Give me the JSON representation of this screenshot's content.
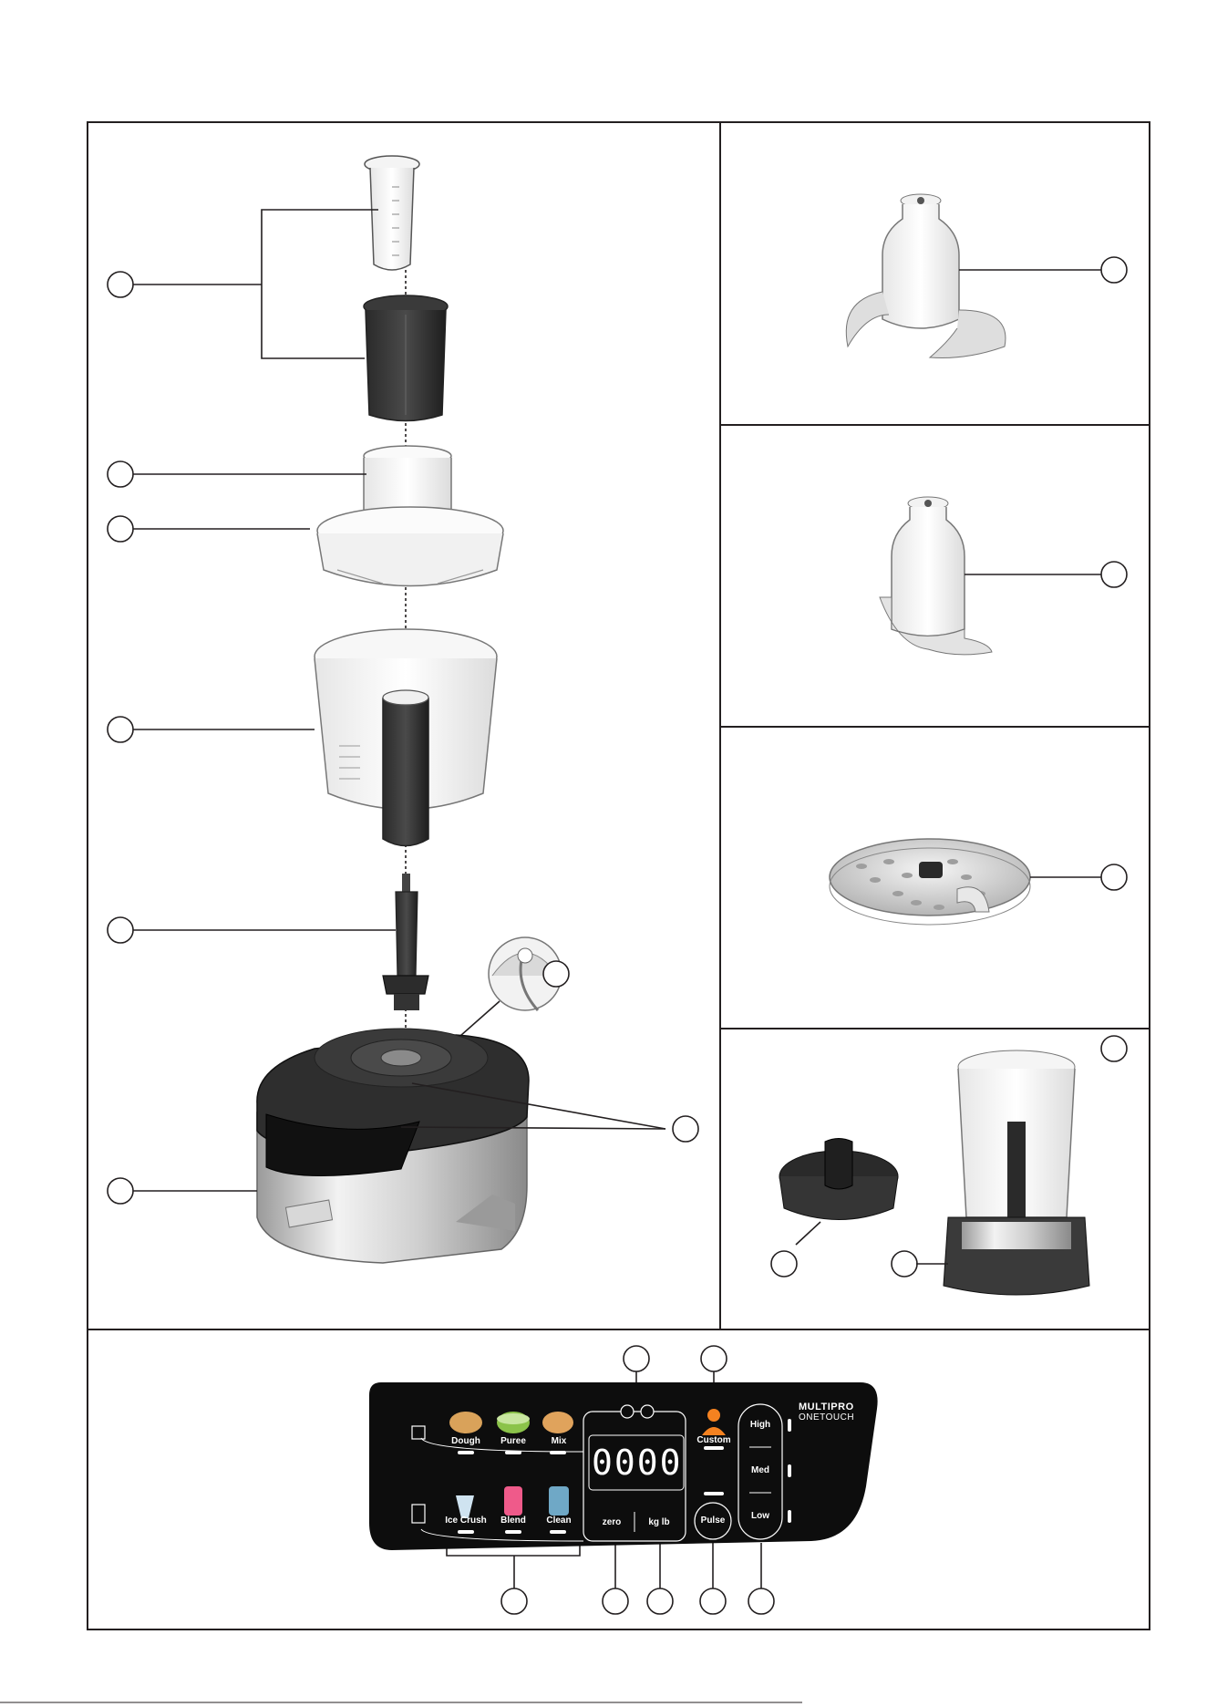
{
  "diagram": {
    "parts": [
      "feed-tube-pushers",
      "feed-tube",
      "lid",
      "bowl",
      "drive-shaft",
      "cord-storage",
      "power-unit",
      "drive-outlet",
      "knife-blade",
      "dough-tool",
      "reversible-slicing-grating-disc",
      "blender-goblet",
      "blender-lid",
      "blender-jug"
    ]
  },
  "control_panel": {
    "brand_line1": "MULTIPRO",
    "brand_line2": "ONETOUCH",
    "display_value": "0000",
    "programs_top": [
      "Dough",
      "Puree",
      "Mix"
    ],
    "programs_bottom": [
      "Ice Crush",
      "Blend",
      "Clean"
    ],
    "custom_label": "Custom",
    "zero_label": "zero",
    "unit_label": "kg lb",
    "pulse_label": "Pulse",
    "speed_high": "High",
    "speed_med": "Med",
    "speed_low": "Low",
    "accent_color": "#f58220",
    "panel_color": "#0d0d0d"
  }
}
